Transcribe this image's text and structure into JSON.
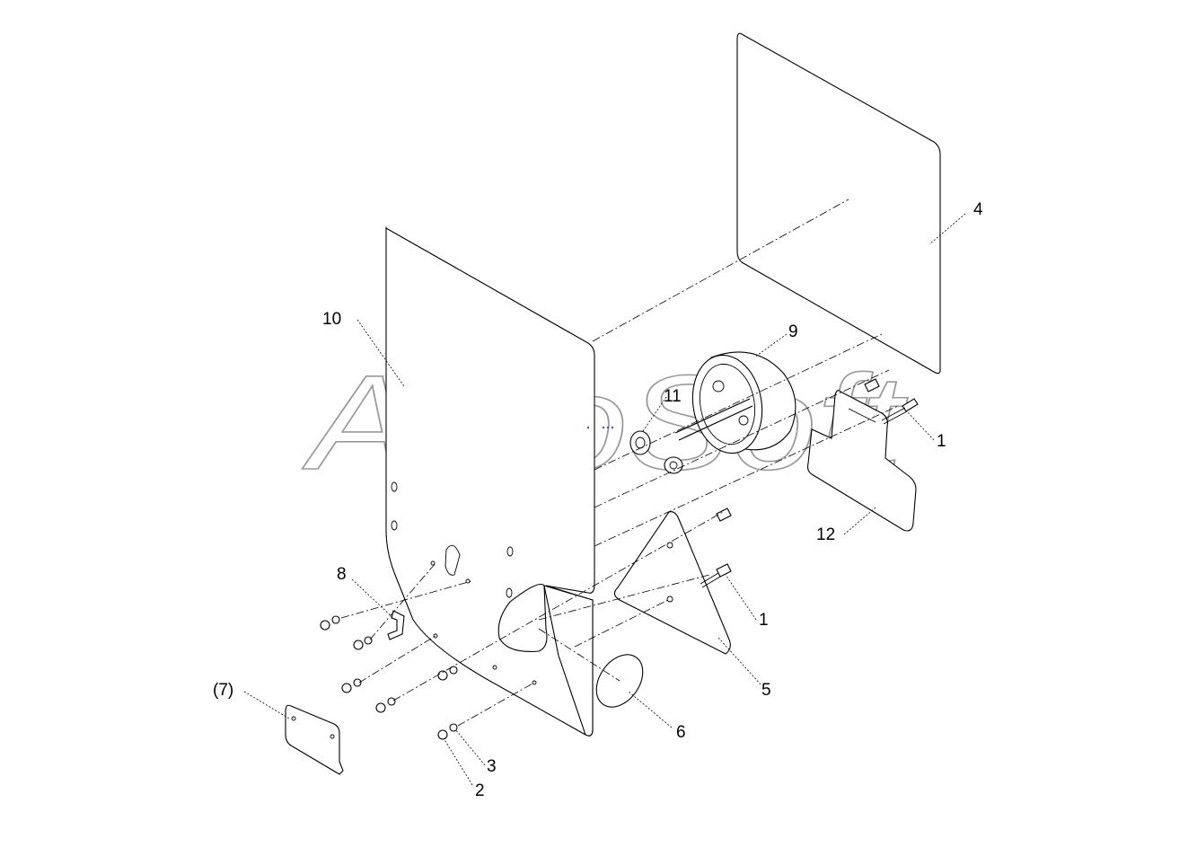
{
  "watermark": "AutoSoft",
  "callouts": {
    "c1a": "1",
    "c1b": "1",
    "c2": "2",
    "c3": "3",
    "c4": "4",
    "c5": "5",
    "c6": "6",
    "c7": "(7)",
    "c8": "8",
    "c9": "9",
    "c10": "10",
    "c11": "11",
    "c12": "12"
  }
}
